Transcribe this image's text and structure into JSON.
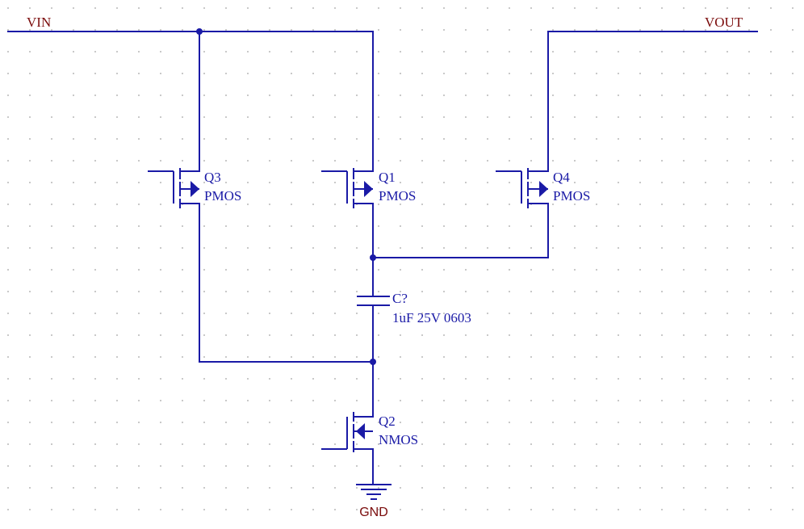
{
  "nets": {
    "vin": "VIN",
    "vout": "VOUT",
    "gnd": "GND"
  },
  "components": {
    "q1": {
      "ref": "Q1",
      "value": "PMOS"
    },
    "q2": {
      "ref": "Q2",
      "value": "NMOS"
    },
    "q3": {
      "ref": "Q3",
      "value": "PMOS"
    },
    "q4": {
      "ref": "Q4",
      "value": "PMOS"
    },
    "c1": {
      "ref": "C?",
      "value": "1uF 25V 0603"
    }
  },
  "colors": {
    "wire": "#1a1aa6",
    "net_label": "#7a0b0b",
    "grid": "#b8b8b8",
    "background": "#ffffff"
  }
}
